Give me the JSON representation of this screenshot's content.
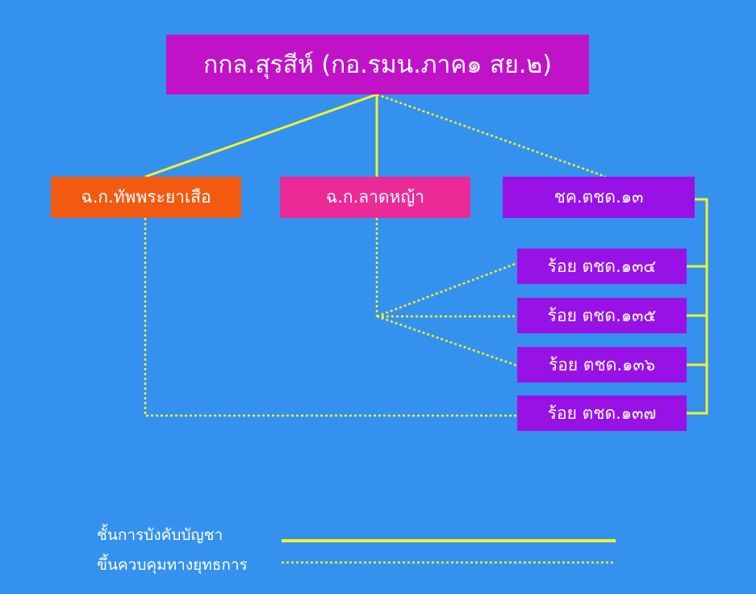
{
  "root": {
    "label": "กกล.สุรสีห์ (กอ.รมน.ภาค๑ สย.๒)"
  },
  "children": [
    {
      "label": "ฉ.ก.ทัพพระยาเสือ"
    },
    {
      "label": "ฉ.ก.ลาดหญ้า"
    },
    {
      "label": "ชค.ตชด.๑๓"
    }
  ],
  "subunits": [
    {
      "label": "ร้อย ตชด.๑๓๔"
    },
    {
      "label": "ร้อย ตชด.๑๓๕"
    },
    {
      "label": "ร้อย ตชด.๑๓๖"
    },
    {
      "label": "ร้อย ตชด.๑๓๗"
    }
  ],
  "legend": {
    "command_label": "ชั้นการบังคับบัญชา",
    "operations_label": "ขึ้นควบคุมทางยุทธการ"
  },
  "colors": {
    "background": "#3591EE",
    "root": "#C013C8",
    "child_left": "#F25A12",
    "child_mid": "#EB2A98",
    "child_right": "#9812E6",
    "subunit": "#9812E6",
    "line": "#F2F22C"
  }
}
